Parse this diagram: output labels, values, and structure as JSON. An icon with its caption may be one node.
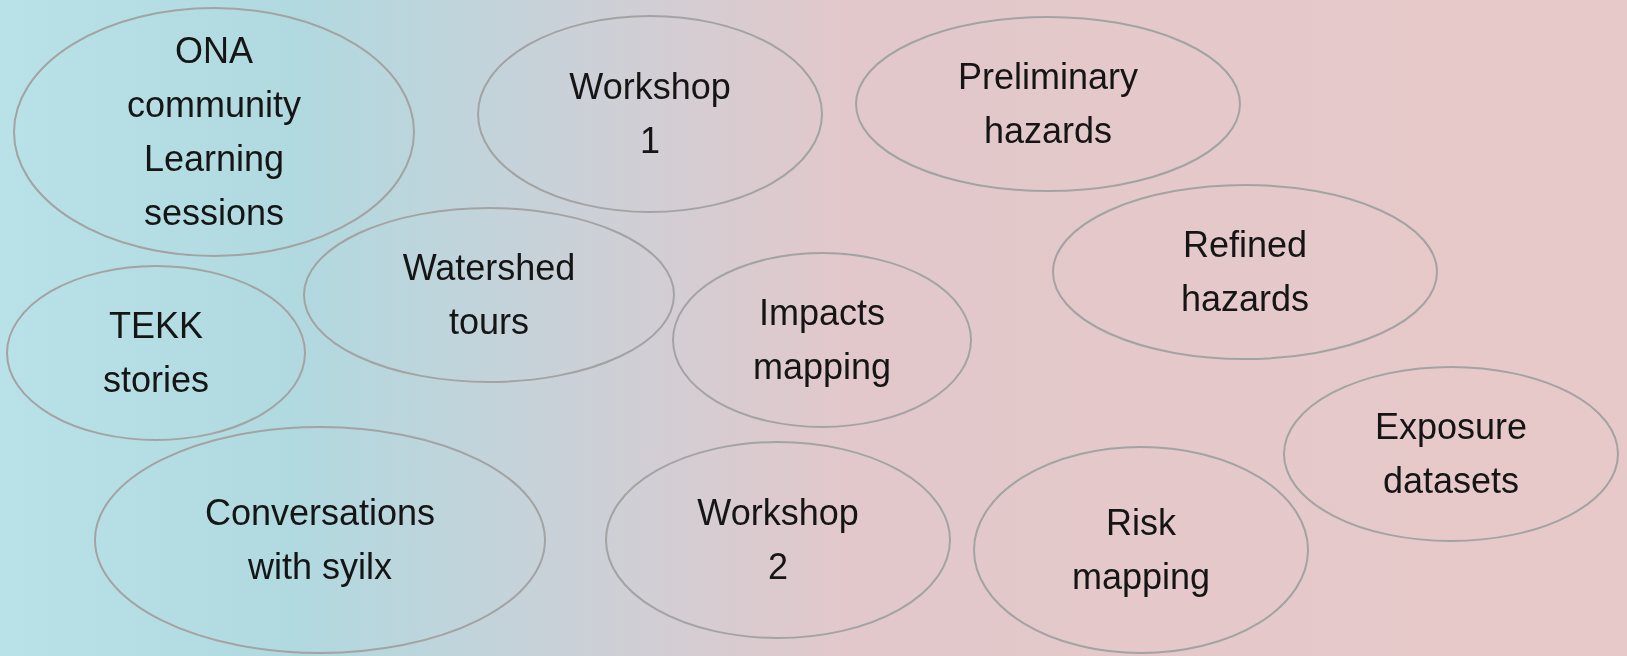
{
  "diagram": {
    "nodes": [
      {
        "text": [
          "ONA community Learning sessions"
        ]
      },
      {
        "text": [
          "Workshop 1"
        ]
      },
      {
        "text": [
          "Preliminary hazards"
        ]
      },
      {
        "text": [
          "Watershed tours"
        ]
      },
      {
        "text": [
          "Refined hazards"
        ]
      },
      {
        "text": [
          "TEKK stories"
        ]
      },
      {
        "text": [
          "Impacts mapping"
        ]
      },
      {
        "text": [
          "Exposure datasets"
        ]
      },
      {
        "text": [
          "Conversations with syilx"
        ]
      },
      {
        "text": [
          "Workshop 2"
        ]
      },
      {
        "text": [
          "Risk mapping"
        ]
      }
    ]
  }
}
